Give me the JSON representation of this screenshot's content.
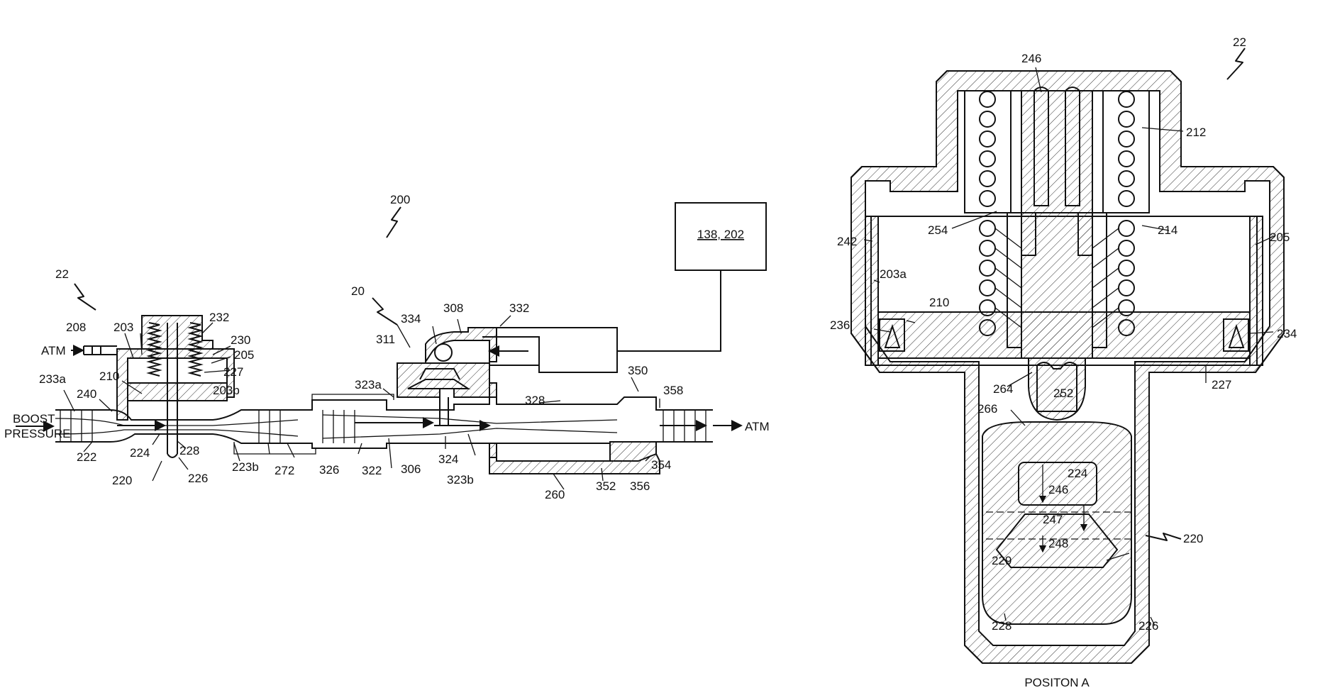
{
  "left_figure": {
    "assembly_ref": "200",
    "device_ref": "22",
    "module_ref": "20",
    "box_label": "138, 202",
    "inlet_label_line1": "BOOST",
    "inlet_label_line2": "PRESSURE",
    "atm_left": "ATM",
    "atm_right": "ATM",
    "refs": {
      "r208": "208",
      "r203": "203",
      "r232": "232",
      "r230": "230",
      "r205": "205",
      "r227": "227",
      "r203b": "203b",
      "r233a": "233a",
      "r240": "240",
      "r210": "210",
      "r222": "222",
      "r224": "224",
      "r228": "228",
      "r220": "220",
      "r226": "226",
      "r223b": "223b",
      "r272": "272",
      "r326": "326",
      "r322": "322",
      "r306": "306",
      "r324": "324",
      "r323b": "323b",
      "r323a": "323a",
      "r311": "311",
      "r334": "334",
      "r308": "308",
      "r332": "332",
      "r328": "328",
      "r350": "350",
      "r358": "358",
      "r354": "354",
      "r356": "356",
      "r352": "352",
      "r260": "260"
    }
  },
  "right_figure": {
    "device_ref": "22",
    "caption": "POSITON A",
    "refs": {
      "r246top": "246",
      "r212": "212",
      "r214": "214",
      "r254": "254",
      "r242": "242",
      "r203a": "203a",
      "r205": "205",
      "r210": "210",
      "r236": "236",
      "r234": "234",
      "r227": "227",
      "r264": "264",
      "r252": "252",
      "r266": "266",
      "r224": "224",
      "r246": "246",
      "r247": "247",
      "r248": "248",
      "r229": "229",
      "r220": "220",
      "r228": "228",
      "r226": "226"
    }
  }
}
